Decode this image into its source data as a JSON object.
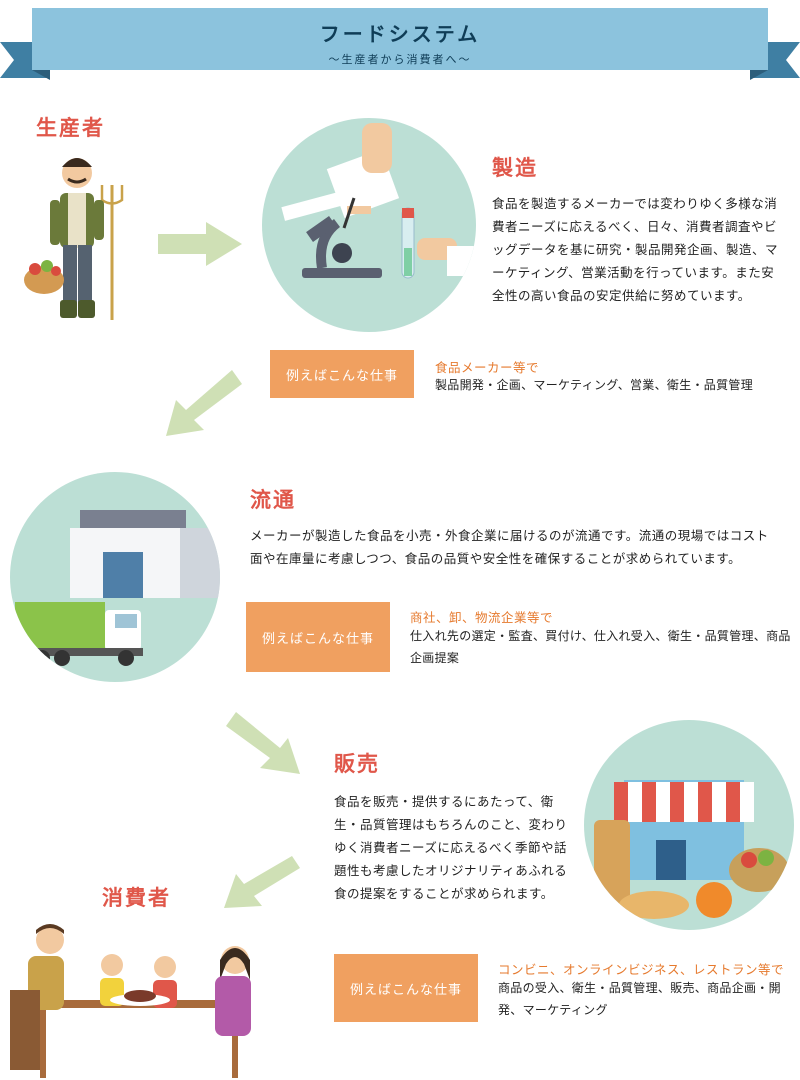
{
  "banner": {
    "title": "フードシステム",
    "subtitle": "〜生産者から消費者へ〜"
  },
  "producer": {
    "heading": "生産者"
  },
  "manufacturing": {
    "heading": "製造",
    "body": "食品を製造するメーカーでは変わりゆく多様な消費者ニーズに応えるべく、日々、消費者調査やビッグデータを基に研究・製品開発企画、製造、マーケティング、営業活動を行っています。また安全性の高い食品の安定供給に努めています。",
    "example_label": "例えばこんな仕事",
    "example_title": "食品メーカー等で",
    "example_body": "製品開発・企画、マーケティング、営業、衛生・品質管理"
  },
  "distribution": {
    "heading": "流通",
    "body": "メーカーが製造した食品を小売・外食企業に届けるのが流通です。流通の現場ではコスト面や在庫量に考慮しつつ、食品の品質や安全性を確保することが求められています。",
    "example_label": "例えばこんな仕事",
    "example_title": "商社、卸、物流企業等で",
    "example_body": "仕入れ先の選定・監査、買付け、仕入れ受入、衛生・品質管理、商品企画提案"
  },
  "retail": {
    "heading": "販売",
    "body": "食品を販売・提供するにあたって、衛生・品質管理はもちろんのこと、変わりゆく消費者ニーズに応えるべく季節や話題性も考慮したオリジナリティあふれる食の提案をすることが求められます。",
    "example_label": "例えばこんな仕事",
    "example_title": "コンビニ、オンラインビジネス、レストラン等で",
    "example_body": "商品の受入、衛生・品質管理、販売、商品企画・開発、マーケティング"
  },
  "consumer": {
    "heading": "消費者"
  },
  "colors": {
    "accent": "#e0574a",
    "orange": "#f0a060",
    "banner": "#8cc3dd",
    "arrow": "#cfe0b5",
    "circle": "#bcdfd5"
  }
}
